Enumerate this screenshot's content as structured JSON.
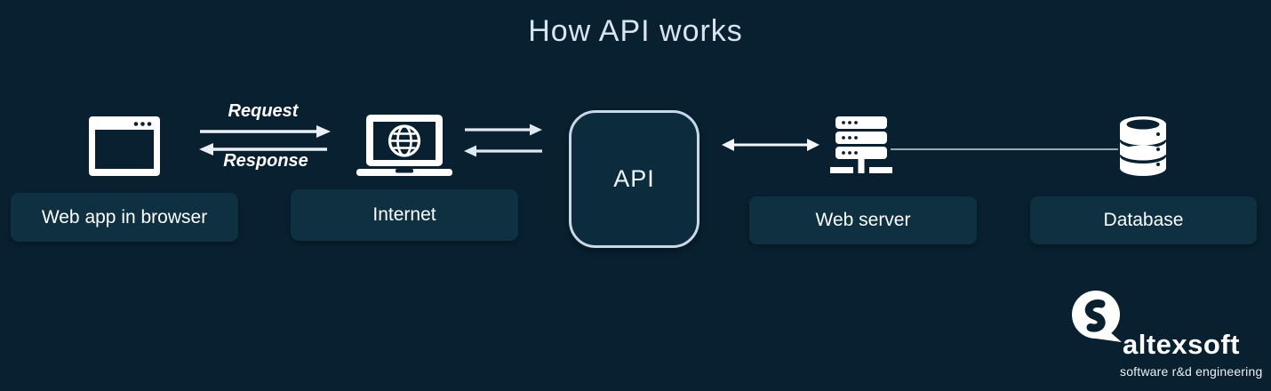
{
  "title": "How API works",
  "flow_labels": {
    "request": "Request",
    "response": "Response"
  },
  "nodes": {
    "webapp": {
      "label": "Web app in browser",
      "icon": "browser-window-icon"
    },
    "internet": {
      "label": "Internet",
      "icon": "laptop-globe-icon"
    },
    "api": {
      "label": "API",
      "shape": "rounded-rect"
    },
    "webserver": {
      "label": "Web server",
      "icon": "server-stack-icon"
    },
    "database": {
      "label": "Database",
      "icon": "database-cylinder-icon"
    }
  },
  "connections": [
    {
      "from": "webapp",
      "to": "internet",
      "type": "arrow-right",
      "label": "Request"
    },
    {
      "from": "internet",
      "to": "webapp",
      "type": "arrow-left",
      "label": "Response"
    },
    {
      "from": "internet",
      "to": "api",
      "type": "arrow-right",
      "label": ""
    },
    {
      "from": "api",
      "to": "internet",
      "type": "arrow-left",
      "label": ""
    },
    {
      "from": "api",
      "to": "webserver",
      "type": "arrow-both",
      "label": ""
    },
    {
      "from": "webserver",
      "to": "database",
      "type": "plain-line",
      "label": ""
    }
  ],
  "logo": {
    "brand": "altexsoft",
    "tagline": "software r&d engineering",
    "icon": "altexsoft-bubble-icon"
  },
  "colors": {
    "background": "#082030",
    "label_box": "#0e3040",
    "api_fill": "#0c2b3c",
    "api_border": "#c8d8e6",
    "arrow": "#e9eff5",
    "thin_line": "#b2bec7",
    "title_text": "#d8e5f1",
    "label_text": "#fdfeff"
  }
}
